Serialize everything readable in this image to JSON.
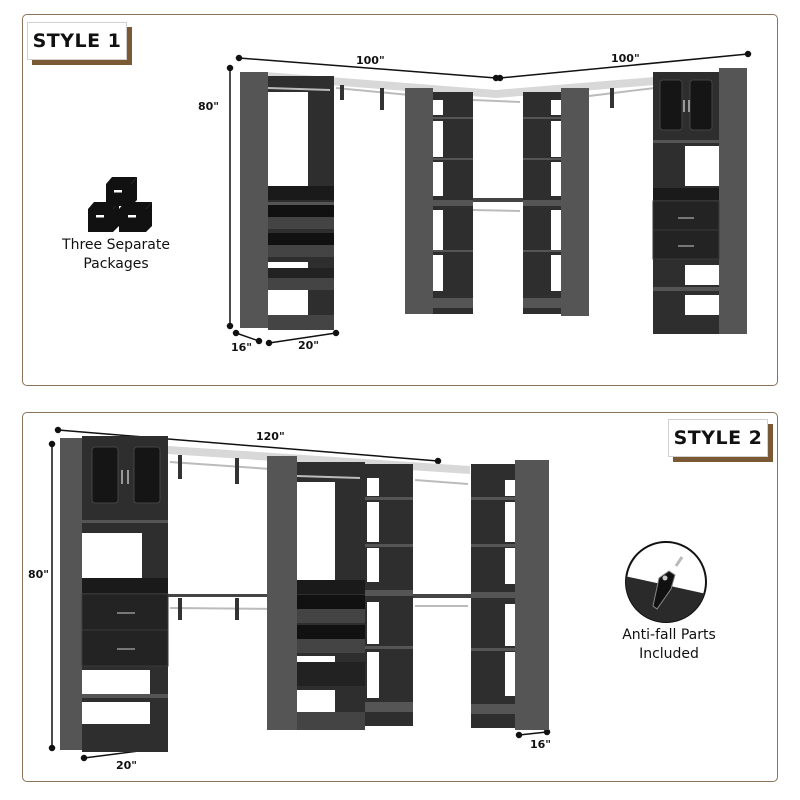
{
  "style1": {
    "badge": "STYLE 1",
    "feature": {
      "icon": "boxes-icon",
      "line1": "Three Separate",
      "line2": "Packages"
    },
    "dimensions": {
      "width_left": "100\"",
      "width_right": "100\"",
      "height": "80\"",
      "depth": "16\"",
      "unit_width": "20\""
    }
  },
  "style2": {
    "badge": "STYLE 2",
    "feature": {
      "icon": "anti-fall-bracket-icon",
      "line1": "Anti-fall Parts",
      "line2": "Included"
    },
    "dimensions": {
      "width": "120\"",
      "height": "80\"",
      "unit_width": "20\"",
      "depth": "16\""
    }
  },
  "colors": {
    "border": "#8a7358",
    "badge_shadow": "#7a5a34",
    "closet_dark": "#3a3a3a",
    "closet_mid": "#555555",
    "closet_black": "#1e1e1e",
    "rod": "#bdbdbd"
  }
}
